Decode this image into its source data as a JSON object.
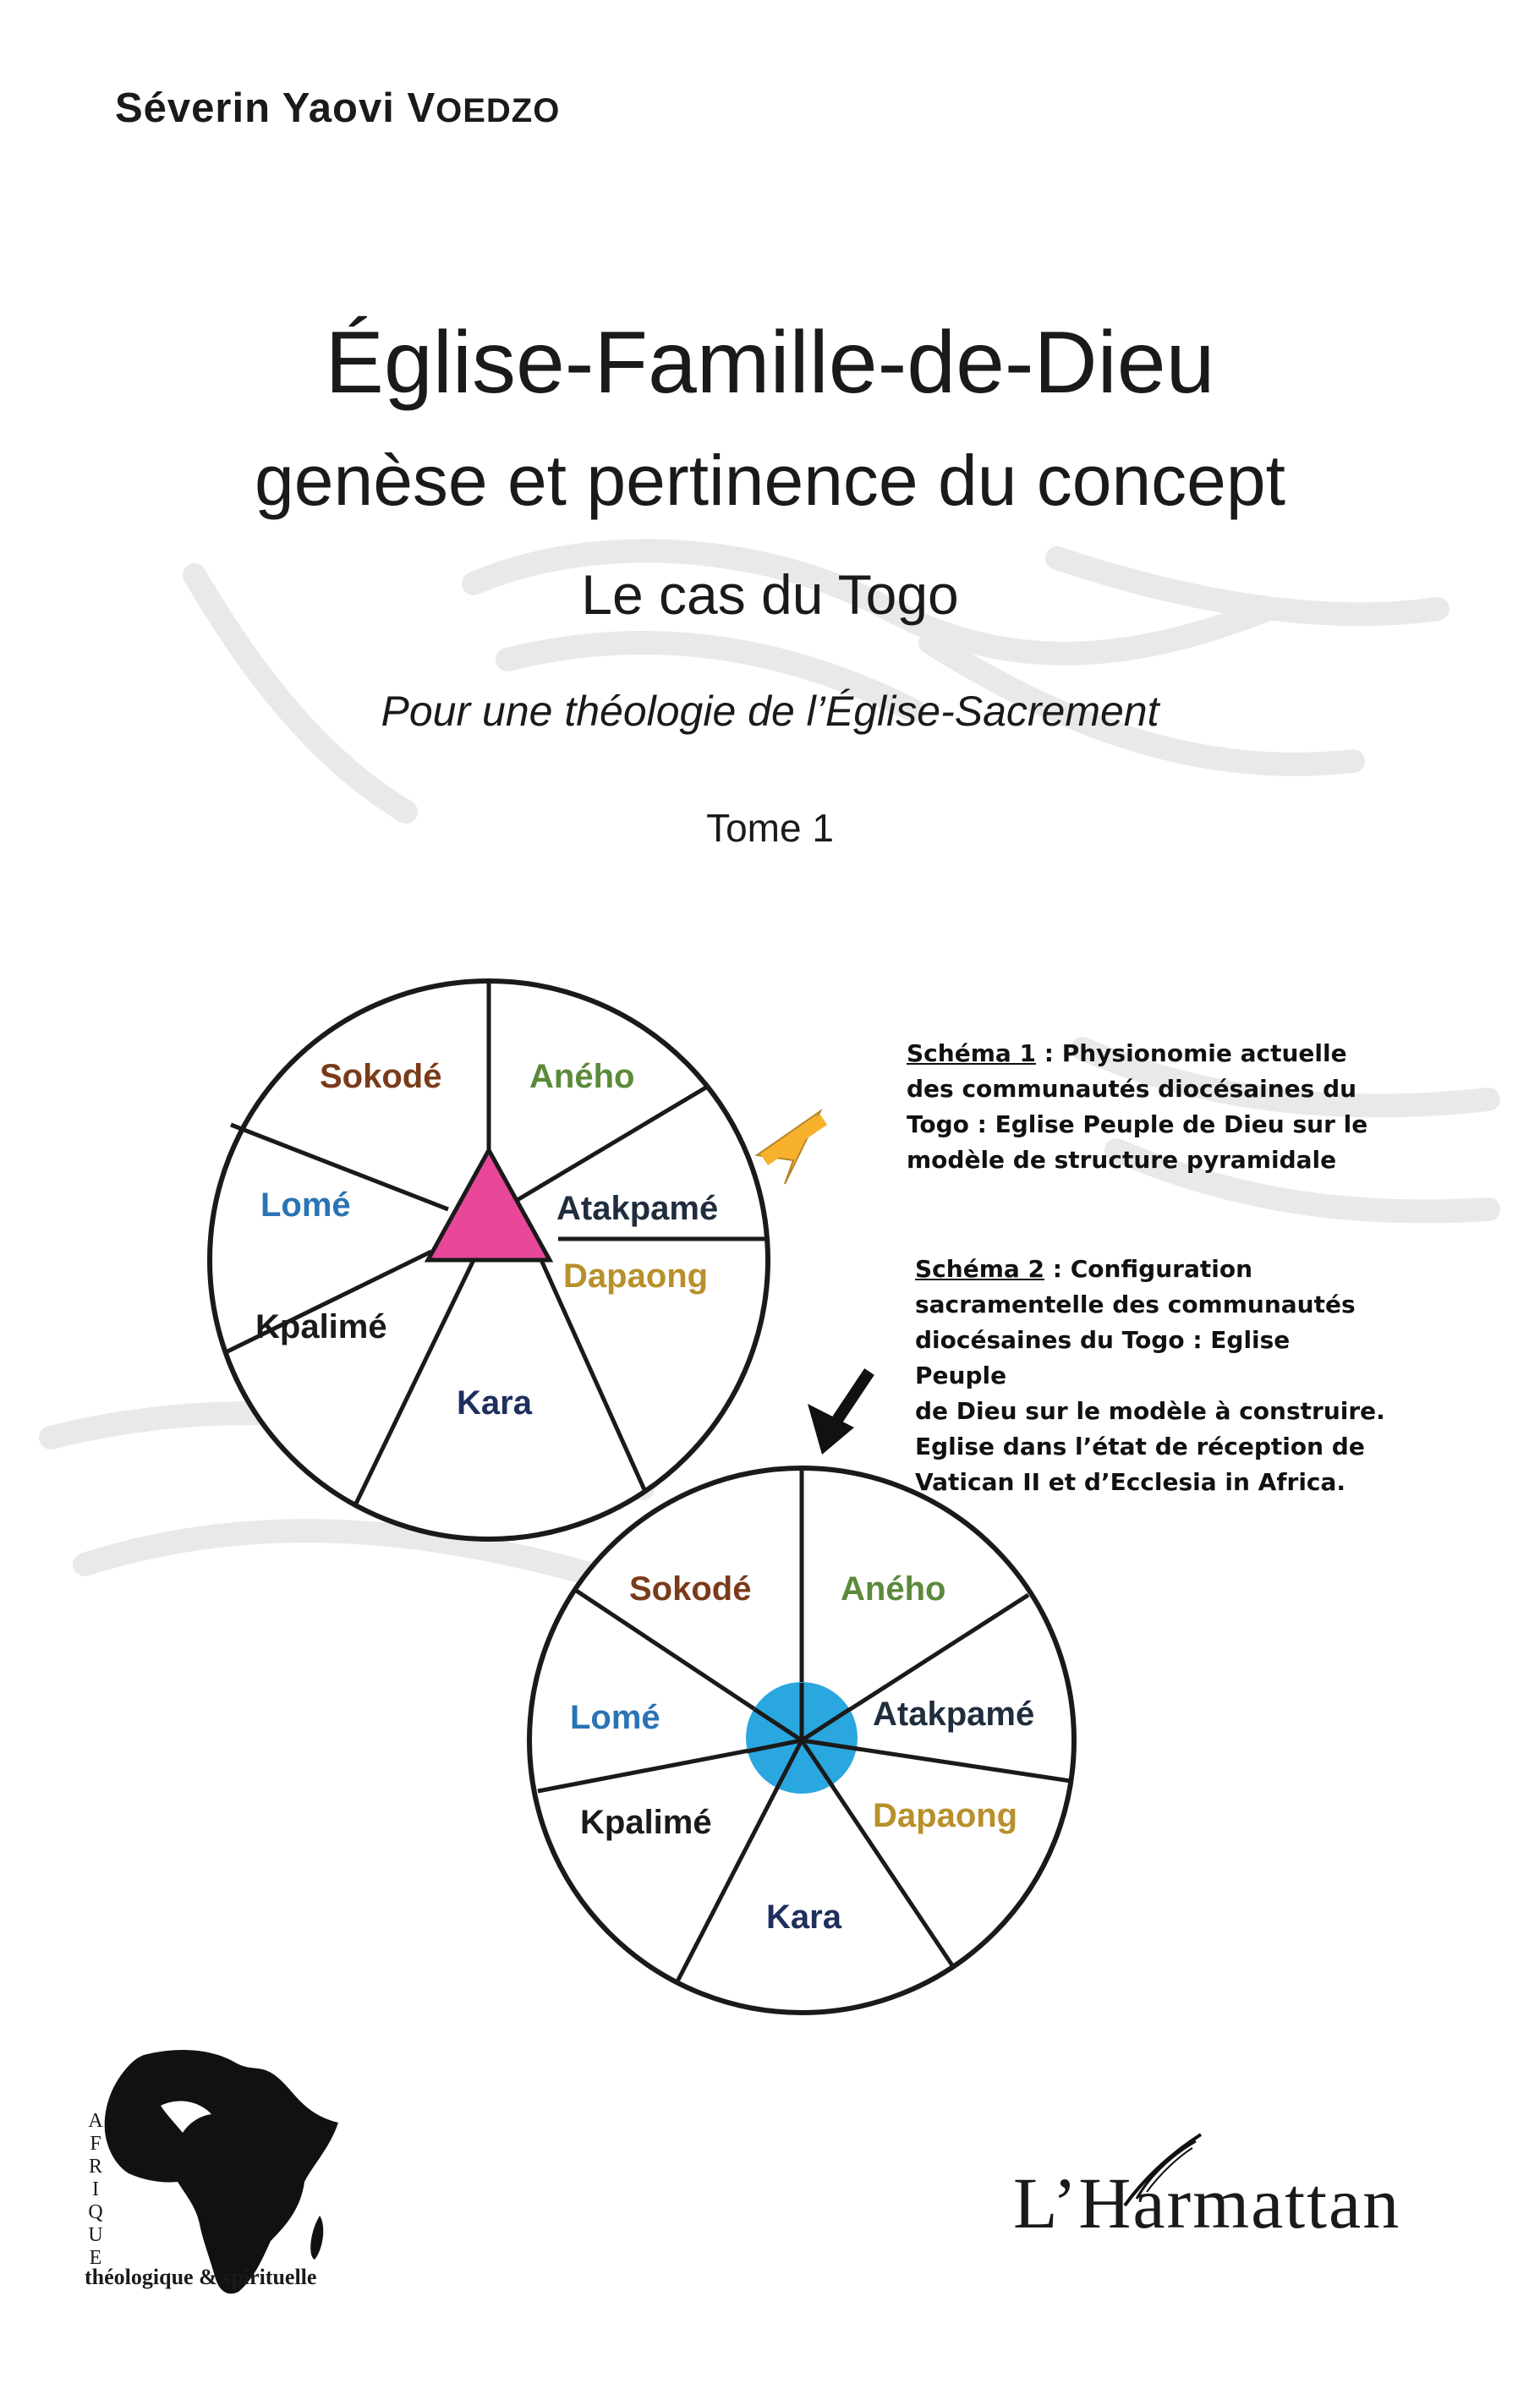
{
  "author": {
    "first": "Séverin Yaovi",
    "last_initial": "V",
    "last_rest": "OEDZO"
  },
  "title": {
    "main": "Église-Famille-de-Dieu",
    "subtitle": "genèse et pertinence du concept",
    "case": "Le cas du Togo",
    "series_subtitle": "Pour une théologie de l’Église-Sacrement",
    "volume": "Tome 1"
  },
  "diagrams": {
    "labels": {
      "sokode": "Sokodé",
      "aneho": "Aného",
      "atakpame": "Atakpamé",
      "dapaong": "Dapaong",
      "kara": "Kara",
      "kpalime": "Kpalimé",
      "lome": "Lomé"
    },
    "colors": {
      "sokode": "#7a3b1a",
      "aneho": "#5b8a3a",
      "atakpame": "#1f2d3d",
      "dapaong": "#b8902a",
      "kara": "#1f2f5e",
      "kpalime": "#1a1a1a",
      "lome": "#2a73b5",
      "triangle": "#e8479a",
      "center_circle": "#2aa7df",
      "arrow_yellow": "#f7b12c",
      "arrow_black": "#111111"
    }
  },
  "captions": {
    "schema1": {
      "label": "Schéma 1",
      "lines": [
        " : Physionomie actuelle",
        "des communautés diocésaines du",
        "Togo : Eglise Peuple de Dieu sur le",
        "modèle de structure pyramidale"
      ]
    },
    "schema2": {
      "label": "Schéma 2",
      "lines": [
        " : Configuration",
        "sacramentelle des communautés",
        "diocésaines du Togo : Eglise Peuple",
        "de Dieu sur le modèle à construire.",
        "Eglise dans l’état de réception de",
        "Vatican II et d’Ecclesia in Africa."
      ]
    }
  },
  "collection": {
    "vertical": [
      "A",
      "F",
      "R",
      "I",
      "Q",
      "U",
      "E"
    ],
    "name": "théologique & spirituelle"
  },
  "publisher": "L’Harmattan"
}
